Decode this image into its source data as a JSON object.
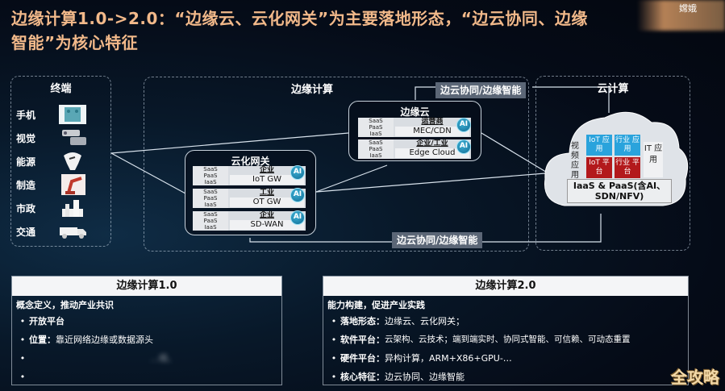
{
  "title": {
    "line1": "边缘计算1.0->2.0：“边缘云、云化网关”为主要落地形态，“边云协同、边缘",
    "line2": "智能”为核心特征"
  },
  "watermark_top": "嫦娥",
  "terminals": {
    "label": "终端",
    "items": [
      {
        "label": "手机",
        "icon": "phone-icon"
      },
      {
        "label": "视觉",
        "icon": "camera-icon"
      },
      {
        "label": "能源",
        "icon": "energy-meter-icon"
      },
      {
        "label": "制造",
        "icon": "robot-arm-icon"
      },
      {
        "label": "市政",
        "icon": "city-building-icon"
      },
      {
        "label": "交通",
        "icon": "truck-icon"
      }
    ]
  },
  "edge": {
    "label": "边缘计算",
    "sync_top": "边云协同/边缘智能",
    "sync_bottom": "边云协同/边缘智能",
    "edge_cloud": {
      "title": "边缘云",
      "stacks": [
        {
          "layers": [
            "SaaS",
            "PaaS",
            "IaaS"
          ],
          "kind": "运营商",
          "value": "MEC/CDN",
          "badge": "AI"
        },
        {
          "layers": [
            "SaaS",
            "PaaS",
            "IaaS"
          ],
          "kind": "企业/工业",
          "value": "Edge Cloud",
          "badge": "AI"
        }
      ]
    },
    "gateway": {
      "title": "云化网关",
      "stacks": [
        {
          "layers": [
            "SaaS",
            "PaaS",
            "IaaS"
          ],
          "kind": "企业",
          "value": "IoT GW",
          "badge": "AI"
        },
        {
          "layers": [
            "SaaS",
            "PaaS",
            "IaaS"
          ],
          "kind": "工业",
          "value": "OT GW",
          "badge": "AI"
        },
        {
          "layers": [
            "SaaS",
            "PaaS",
            "IaaS"
          ],
          "kind": "企业",
          "value": "SD-WAN",
          "badge": "AI"
        }
      ]
    }
  },
  "cloud": {
    "label": "云计算",
    "video_app": "视频应用",
    "iot_app": "IoT 应用",
    "industry_app": "行业 应用",
    "iot_platform": "IoT 平台",
    "industry_platform": "行业 平台",
    "it_app": "IT 应用",
    "base": "IaaS & PaaS(含AI、SDN/NFV)",
    "colors": {
      "app": "#2aa3dc",
      "platform": "#b3191c"
    }
  },
  "table1": {
    "header": "边缘计算1.0",
    "subtitle": "概念定义，推动产业共识",
    "bullets": [
      {
        "key": "开放平台",
        "value": ""
      },
      {
        "key": "位置：",
        "value": "靠近网络边缘或数据源头"
      },
      {
        "key": "",
        "value": "…络、"
      },
      {
        "key": "",
        "value": ""
      }
    ]
  },
  "table2": {
    "header": "边缘计算2.0",
    "subtitle": "能力构建，促进产业实践",
    "bullets": [
      {
        "key": "落地形态：",
        "value": "边缘云、云化网关；"
      },
      {
        "key": "软件平台：",
        "value": "云架构、云技术；端到端实时、协同式智能、可信赖、可动态重置"
      },
      {
        "key": "硬件平台：",
        "value": "异构计算，ARM+X86+GPU-…"
      },
      {
        "key": "核心特征：",
        "value": "边云协同、边缘智能"
      }
    ]
  },
  "watermark_bottom": "全攻略"
}
